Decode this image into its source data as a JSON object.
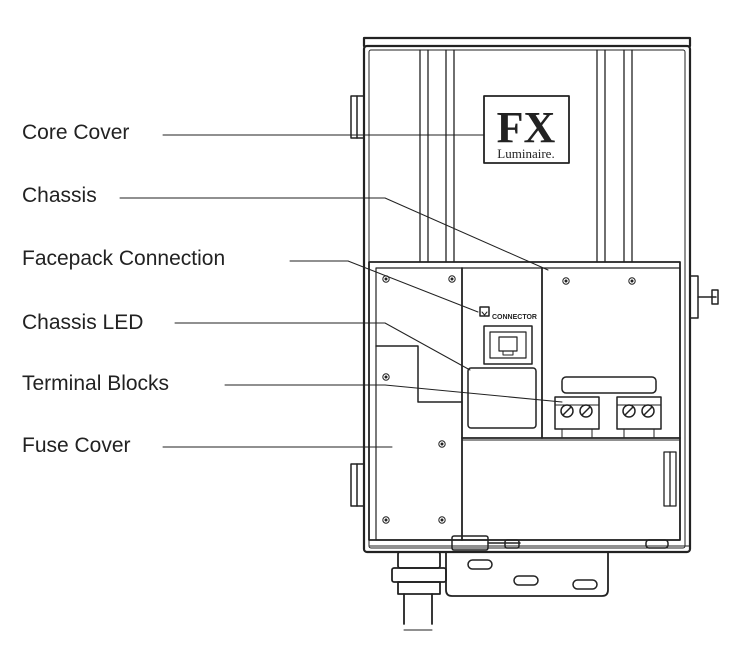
{
  "labels": {
    "core_cover": "Core Cover",
    "chassis": "Chassis",
    "facepack_connection": "Facepack Connection",
    "chassis_led": "Chassis LED",
    "terminal_blocks": "Terminal Blocks",
    "fuse_cover": "Fuse Cover"
  },
  "logo": {
    "mark": "FX",
    "wordmark": "Luminaire."
  },
  "connector_label": "CONNECTOR",
  "colors": {
    "line": "#222222",
    "background": "#ffffff"
  }
}
